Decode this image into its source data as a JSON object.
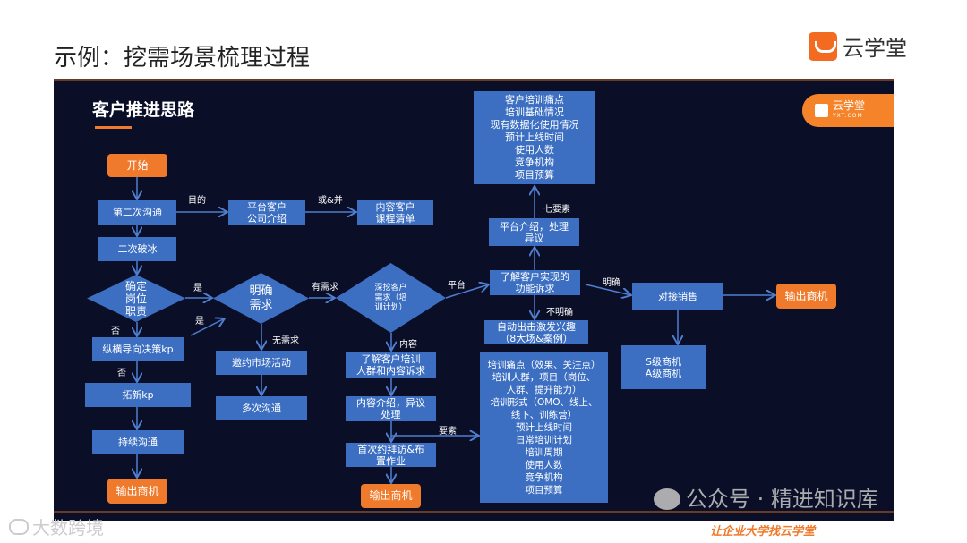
{
  "page_title": "示例：挖需场景梳理过程",
  "brand": "云学堂",
  "slide": {
    "title": "客户推进思路",
    "logo": {
      "name": "云学堂",
      "sub": "YXT.COM"
    },
    "nodes": {
      "start": "开始",
      "second_talk": "第二次沟通",
      "icebreak": "二次破冰",
      "confirm_role": "确定\n岗位\n职责",
      "kp_decision": "纵横导向决策kp",
      "new_kp": "拓新kp",
      "keep_talk": "持续沟通",
      "output1": "输出商机",
      "platform_intro": "平台客户\n公司介绍",
      "content_list": "内容客户\n课程清单",
      "clear_need": "明确\n需求",
      "invite_event": "邀约市场活动",
      "multi_talk": "多次沟通",
      "dig_need": "深挖客户\n需求（培\n训计划）",
      "learn_content": "了解客户培训\n人群和内容诉求",
      "content_intro": "内容介绍，异议\n处理",
      "first_visit": "首次约拜访&布\n置作业",
      "output2": "输出商机",
      "seven_elements": "客户培训痛点\n培训基础情况\n现有数据化使用情况\n预计上线时间\n使用人数\n竞争机构\n项目预算",
      "platform_objection": "平台介绍，处理\n异议",
      "func_need": "了解客户实现的\n功能诉求",
      "auto_outreach": "自动出击激发兴趣\n（8大场&案例）",
      "elements_detail": "培训痛点（效果、关注点）\n培训人群，项目（岗位、\n人群、提升能力）\n培训形式（OMO、线上、\n线下、训练营）\n预计上线时间\n日常培训计划\n培训周期\n使用人数\n竞争机构\n项目预算",
      "connect_sales": "对接销售",
      "output3": "输出商机",
      "levels": "S级商机\nA级商机"
    },
    "labels": {
      "purpose": "目的",
      "or_and": "或&并",
      "yes1": "是",
      "yes2": "是",
      "no1": "否",
      "no2": "否",
      "has_need": "有需求",
      "no_need": "无需求",
      "platform": "平台",
      "content": "内容",
      "elements": "要素",
      "seven": "七要素",
      "clear": "明确",
      "unclear": "不明确"
    },
    "slogan": "让企业大学找云学堂"
  },
  "watermark": "公众号 · 精进知识库",
  "corner_mark": "大数跨境",
  "colors": {
    "slide_bg": "#0a0e27",
    "box": "#3c6fc2",
    "accent": "#f07a2b"
  }
}
